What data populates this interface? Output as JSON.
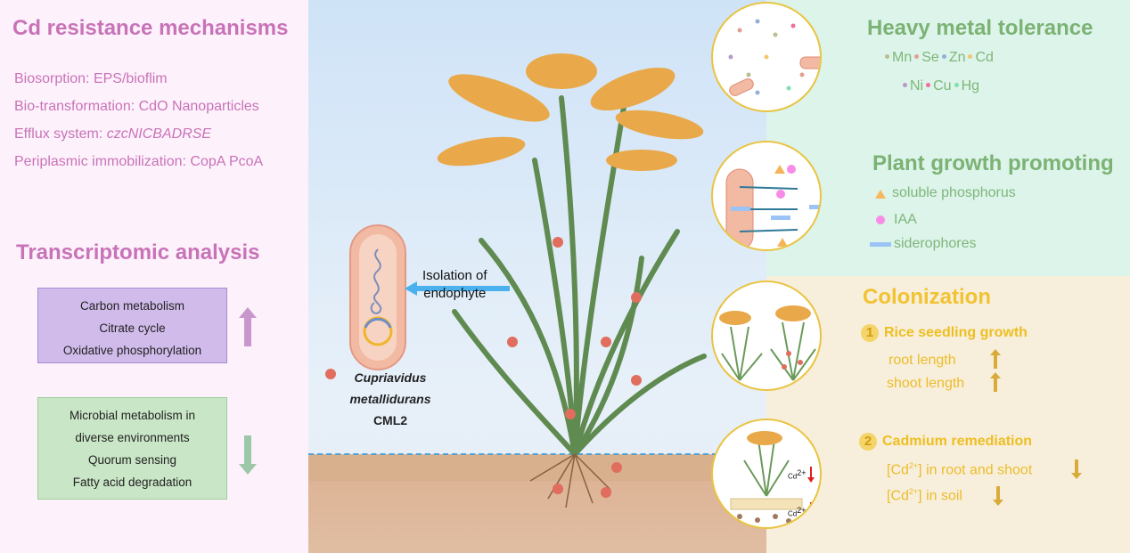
{
  "left": {
    "title": "Cd resistance mechanisms",
    "mechanisms": [
      {
        "label": "Biosorption: EPS/bioflim"
      },
      {
        "label": "Bio-transformation: CdO Nanoparticles"
      },
      {
        "label": "Efflux system: ",
        "italic": "czcNICBADRSE"
      },
      {
        "label": "Periplasmic immobilization: CopA  PcoA"
      }
    ],
    "transcriptomic_title": "Transcriptomic analysis",
    "up_box": [
      "Carbon metabolism",
      "Citrate cycle",
      "Oxidative  phosphorylation"
    ],
    "down_box": [
      "Microbial metabolism in",
      "diverse environments",
      "Quorum sensing",
      "Fatty acid degradation"
    ]
  },
  "middle": {
    "isolation_label_1": "Isolation of",
    "isolation_label_2": "endophyte",
    "species_1": "Cupriavidus",
    "species_2": "metallidurans",
    "strain": "CML2",
    "cd_label_plant": "Cd",
    "cd_label_soil": "Cd",
    "cd_sup": "2+"
  },
  "heavy_metal": {
    "title": "Heavy metal tolerance",
    "metals_row1": [
      {
        "name": "Mn",
        "color": "#b9c08e"
      },
      {
        "name": "Se",
        "color": "#e0a090"
      },
      {
        "name": "Zn",
        "color": "#8fb0d8"
      },
      {
        "name": "Cd",
        "color": "#f2c86e"
      }
    ],
    "metals_row2": [
      {
        "name": "Ni",
        "color": "#b89ac8"
      },
      {
        "name": "Cu",
        "color": "#ee6f9e"
      },
      {
        "name": "Hg",
        "color": "#7fe0b0"
      }
    ]
  },
  "pgp": {
    "title": "Plant growth promoting",
    "items": [
      "soluble phosphorus",
      "IAA",
      "siderophores"
    ]
  },
  "colonization": {
    "title": "Colonization",
    "s1_num": "1",
    "s1_title": "Rice seedling growth",
    "s1_items": [
      "root length",
      "shoot length"
    ],
    "s2_num": "2",
    "s2_title": "Cadmium remediation",
    "cd_prefix": "[Cd",
    "cd_sup": "2+",
    "s2_items": [
      "] in root and shoot",
      "] in soil"
    ]
  },
  "colors": {
    "pink": "#c873b8",
    "green": "#7cb274",
    "gold": "#f2c230",
    "bacterium_dot": "#e06d5e"
  }
}
